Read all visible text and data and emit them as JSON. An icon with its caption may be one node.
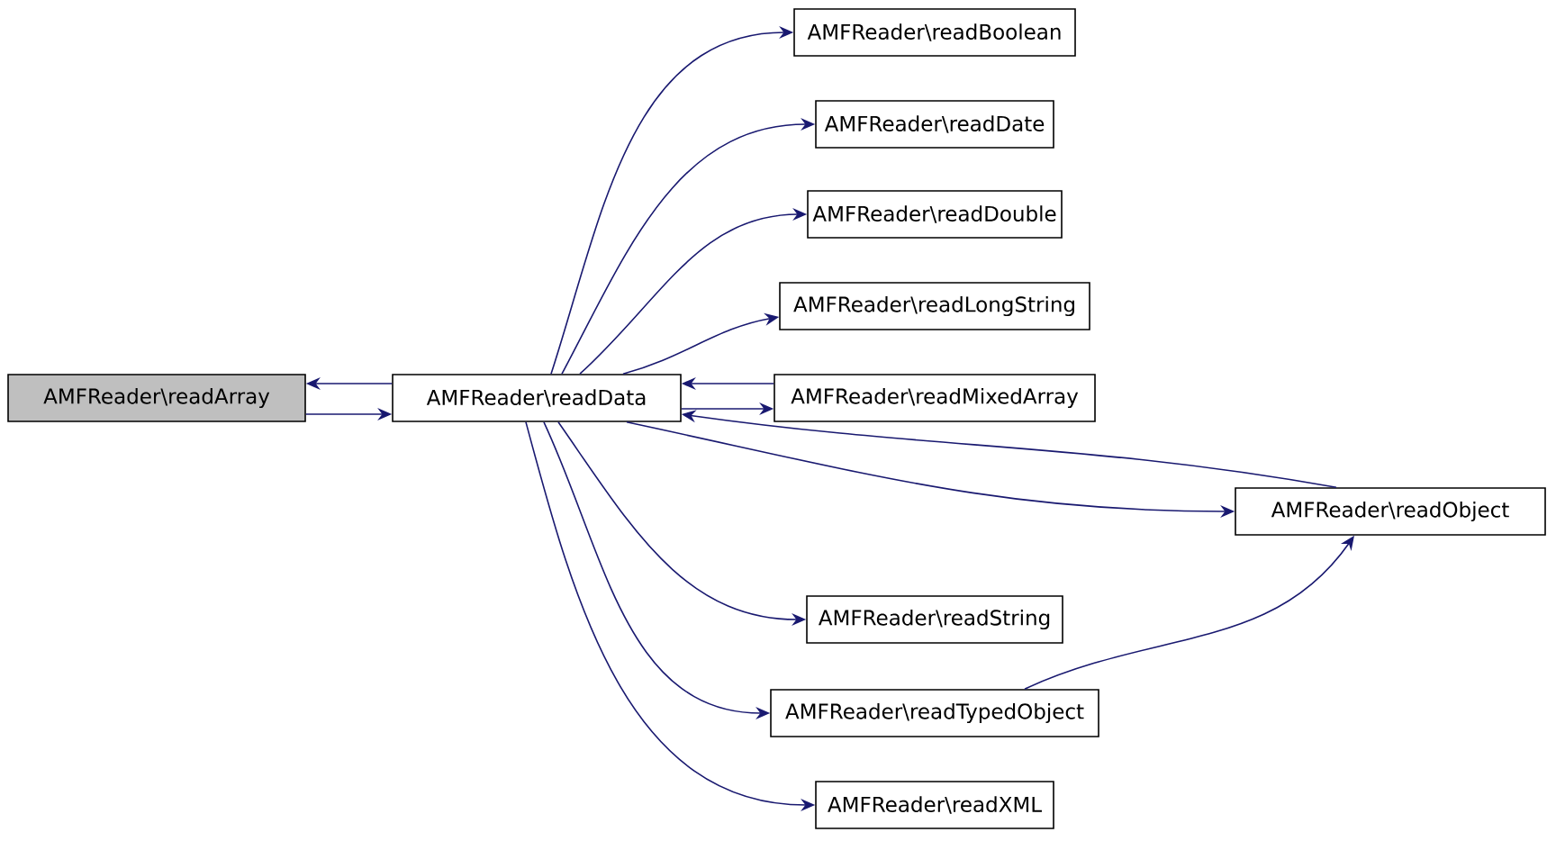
{
  "diagram": {
    "nodes": [
      {
        "text": [
          "AMFReader\\readArray"
        ]
      },
      {
        "text": [
          "AMFReader\\readData"
        ]
      },
      {
        "text": [
          "AMFReader\\readBoolean"
        ]
      },
      {
        "text": [
          "AMFReader\\readDate"
        ]
      },
      {
        "text": [
          "AMFReader\\readDouble"
        ]
      },
      {
        "text": [
          "AMFReader\\readLongString"
        ]
      },
      {
        "text": [
          "AMFReader\\readMixedArray"
        ]
      },
      {
        "text": [
          "AMFReader\\readObject"
        ]
      },
      {
        "text": [
          "AMFReader\\readString"
        ]
      },
      {
        "text": [
          "AMFReader\\readTypedObject"
        ]
      },
      {
        "text": [
          "AMFReader\\readXML"
        ]
      }
    ],
    "edges": [
      {
        "from": 0,
        "to": 1,
        "arrow": "to"
      },
      {
        "from": 1,
        "to": 0,
        "arrow": "to"
      },
      {
        "from": 1,
        "to": 2,
        "arrow": "to"
      },
      {
        "from": 1,
        "to": 3,
        "arrow": "to"
      },
      {
        "from": 1,
        "to": 4,
        "arrow": "to"
      },
      {
        "from": 1,
        "to": 5,
        "arrow": "to"
      },
      {
        "from": 6,
        "to": 1,
        "arrow": "to"
      },
      {
        "from": 1,
        "to": 6,
        "arrow": "to"
      },
      {
        "from": 7,
        "to": 1,
        "arrow": "to"
      },
      {
        "from": 1,
        "to": 7,
        "arrow": "to"
      },
      {
        "from": 1,
        "to": 8,
        "arrow": "to"
      },
      {
        "from": 1,
        "to": 9,
        "arrow": "to"
      },
      {
        "from": 9,
        "to": 7,
        "arrow": "to"
      },
      {
        "from": 1,
        "to": 10,
        "arrow": "to"
      }
    ]
  }
}
